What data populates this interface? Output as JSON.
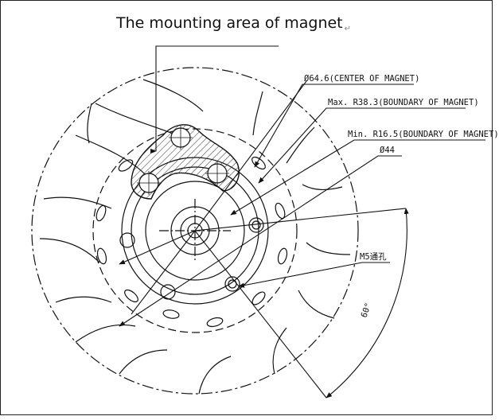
{
  "heading": {
    "text": "The mounting area of magnet",
    "mark": "↵"
  },
  "labels": {
    "center_of_magnet": "Ø64.6(CENTER OF MAGNET)",
    "max_boundary": "Max. R38.3(BOUNDARY OF MAGNET)",
    "min_boundary": "Min. R16.5(BOUNDARY OF MAGNET)",
    "diameter_44": "Ø44",
    "m5_hole": "M5通孔",
    "angle": "60°"
  },
  "colors": {
    "line": "#111111",
    "hatch": "#333333",
    "background": "#ffffff"
  }
}
